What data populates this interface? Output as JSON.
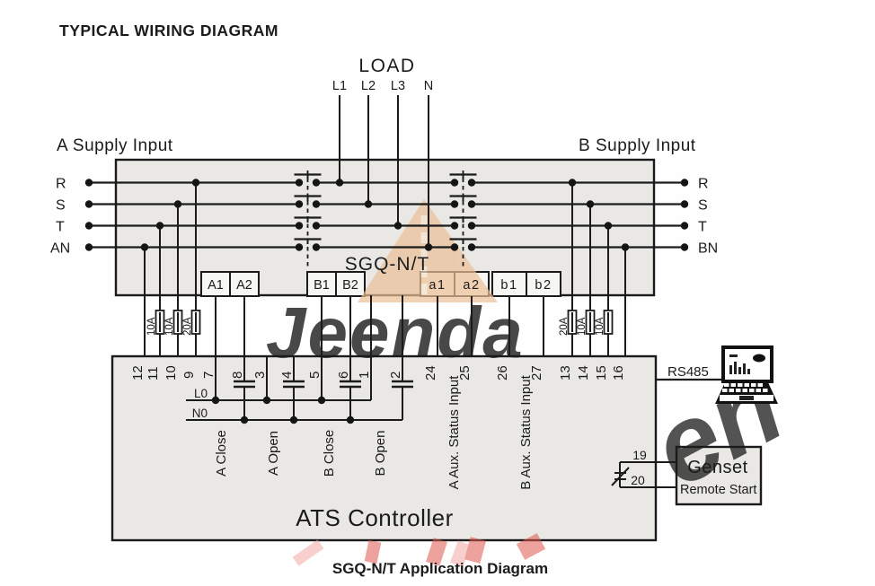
{
  "title": "TYPICAL WIRING DIAGRAM",
  "caption": "SGQ-N/T Application Diagram",
  "load": {
    "label": "LOAD",
    "wires": [
      "L1",
      "L2",
      "L3",
      "N"
    ]
  },
  "supply_a": {
    "label": "A Supply Input",
    "phases": [
      "R",
      "S",
      "T",
      "AN"
    ]
  },
  "supply_b": {
    "label": "B Supply Input",
    "phases": [
      "R",
      "S",
      "T",
      "BN"
    ]
  },
  "device": {
    "label": "SGQ-N/T",
    "blocks": [
      "A1",
      "A2",
      "B1",
      "B2",
      "a1",
      "a2",
      "b1",
      "b2"
    ]
  },
  "fuses": {
    "left": [
      "10A",
      "10A",
      "20A"
    ],
    "right": [
      "20A",
      "10A",
      "10A"
    ]
  },
  "controller": {
    "label": "ATS Controller",
    "terminals": [
      "12",
      "11",
      "10",
      "9",
      "7",
      "8",
      "3",
      "4",
      "5",
      "6",
      "1",
      "2",
      "24",
      "25",
      "26",
      "27",
      "13",
      "14",
      "15",
      "16"
    ],
    "buses": [
      "L0",
      "N0"
    ],
    "outputs": [
      "A Close",
      "A Open",
      "B Close",
      "B Open"
    ],
    "inputs": [
      "A Aux. Status Input",
      "B Aux. Status Input"
    ],
    "comm_label": "RS485",
    "remote_terminals": [
      "19",
      "20"
    ]
  },
  "genset": {
    "title": "Genset",
    "subtitle": "Remote Start"
  },
  "watermark": {
    "main": "Jeenda",
    "partial": "en"
  },
  "colors": {
    "panel": "#e9e8e4",
    "line": "#1b1b1b",
    "watermark_gray": "#c6c6c6",
    "watermark_orange": "#ecc096",
    "watermark_red": "#e2574e"
  }
}
